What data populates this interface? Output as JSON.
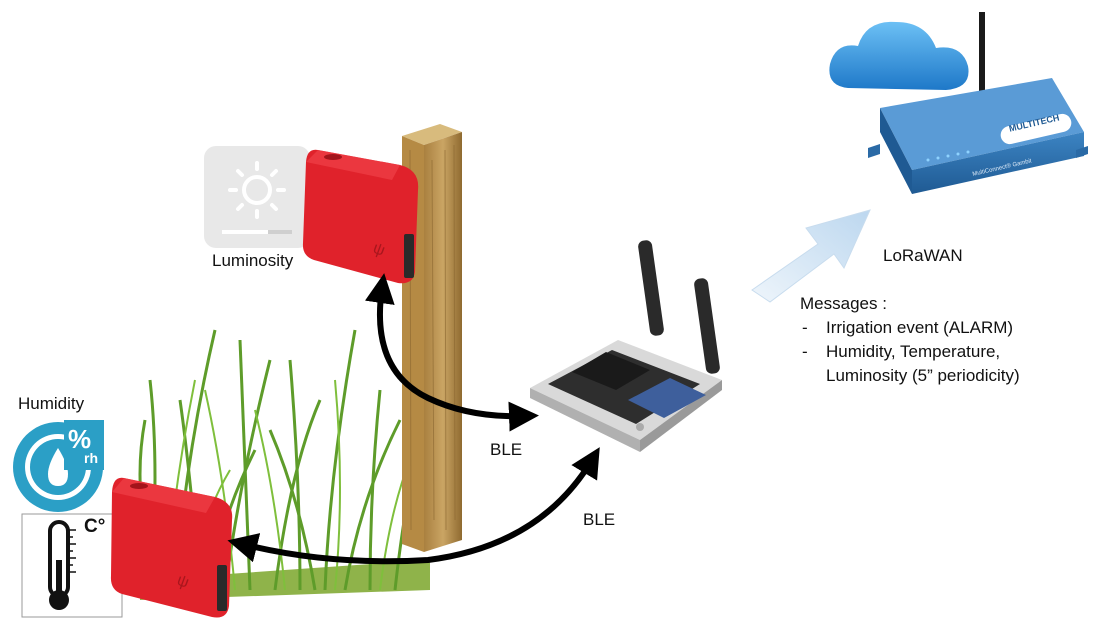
{
  "labels": {
    "luminosity": "Luminosity",
    "humidity": "Humidity",
    "ble_top": "BLE",
    "ble_bottom": "BLE",
    "lorawan": "LoRaWAN"
  },
  "messages": {
    "title": "Messages :",
    "items": [
      "Irrigation event (ALARM)",
      "Humidity, Temperature,",
      "Luminosity (5” periodicity)"
    ]
  },
  "humidity_icon": {
    "top": "%",
    "bottom": "rh"
  },
  "temperature_icon": {
    "unit": "C°"
  },
  "gateway": {
    "brand": "MULTITECH",
    "model": "MultiConnect® Gambit"
  },
  "icons": [
    "sun-icon",
    "water-drop-icon",
    "thermometer-icon",
    "cloud-icon"
  ],
  "colors": {
    "sensor_red": "#e0222b",
    "arrow_black": "#000000",
    "cloud_blue": "#2a8fd8",
    "gateway_blue": "#2a6aa6",
    "lora_arrow": "#d6e8f7",
    "icon_teal": "#2b9fc6"
  }
}
